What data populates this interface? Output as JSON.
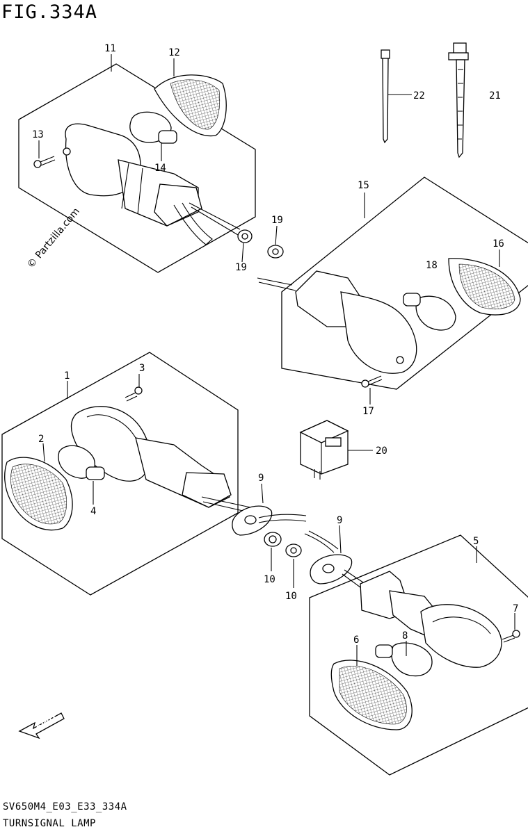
{
  "figure": {
    "title": "FIG.334A",
    "code": "SV650M4_E03_E33_334A",
    "caption": "TURNSIGNAL LAMP"
  },
  "watermark": "© Partzilla.com",
  "fwd_label": "FWD",
  "callouts": {
    "p1": "1",
    "p2": "2",
    "p3": "3",
    "p4": "4",
    "p5": "5",
    "p6": "6",
    "p7": "7",
    "p8": "8",
    "p9a": "9",
    "p9b": "9",
    "p10a": "10",
    "p10b": "10",
    "p11": "11",
    "p12": "12",
    "p13": "13",
    "p14": "14",
    "p15": "15",
    "p16": "16",
    "p17": "17",
    "p18": "18",
    "p19a": "19",
    "p19b": "19",
    "p20": "20",
    "p21": "21",
    "p22": "22"
  }
}
